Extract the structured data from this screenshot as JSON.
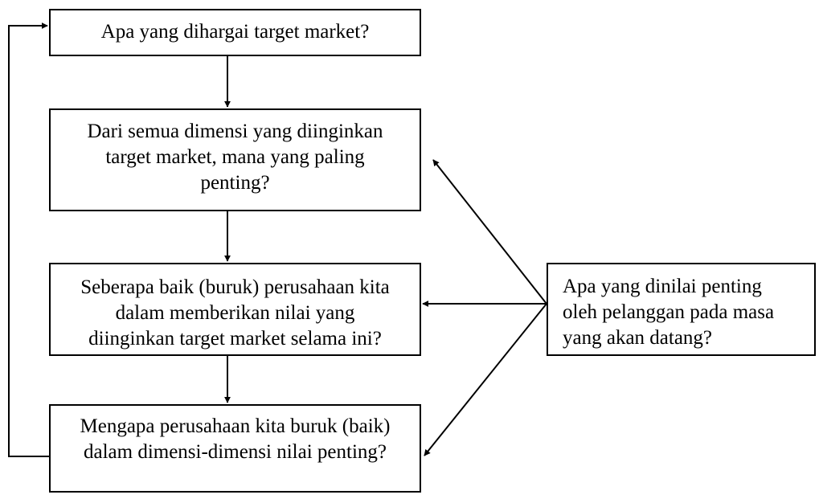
{
  "diagram": {
    "box1": "Apa yang dihargai target market?",
    "box2": "Dari semua dimensi yang diinginkan\ntarget market, mana yang paling\npenting?",
    "box3": "Seberapa baik (buruk) perusahaan kita\ndalam memberikan nilai yang\ndiinginkan target market selama ini?",
    "box4": "Mengapa perusahaan kita buruk (baik)\ndalam dimensi-dimensi nilai penting?",
    "box5": "Apa yang dinilai penting\noleh pelanggan pada masa\nyang akan datang?"
  }
}
